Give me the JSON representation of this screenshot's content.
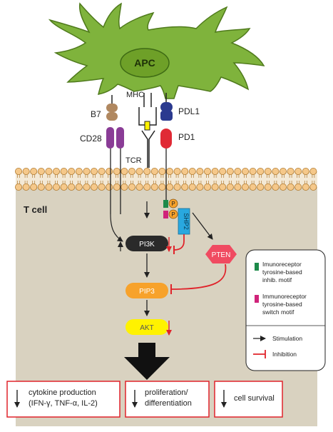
{
  "apc": {
    "label": "APC"
  },
  "receptors": {
    "mhc": "MHC",
    "b7": "B7",
    "pdl1": "PDL1",
    "cd28": "CD28",
    "tcr": "TCR",
    "pd1": "PD1"
  },
  "tcell": {
    "label": "T cell"
  },
  "phospho": {
    "p1": "P",
    "p2": "P"
  },
  "nodes": {
    "shp2": "SHP2",
    "pi3k": "PI3K",
    "pten": "PTEN",
    "pip3": "PIP3",
    "akt": "AKT"
  },
  "legend": {
    "itim": "Imunoreceptor tyrosine-based inhib. motif",
    "itsm": "Immunoreceptor tyrosine-based switch motif",
    "stimulation": "Stimulation",
    "inhibition": "Inhibition"
  },
  "outcomes": {
    "cytokine_line1": "cytokine production",
    "cytokine_line2": "(IFN-γ, TNF-α, IL-2)",
    "prolif_line1": "proliferation/",
    "prolif_line2": "differentiation",
    "survival": "cell survival"
  },
  "colors": {
    "apc": "#7fb33c",
    "membrane_fill": "#f5c88a",
    "membrane_stroke": "#b07a30",
    "cytoplasm": "#d9d2c0",
    "b7": "#b08860",
    "cd28": "#8a3c96",
    "pdl1": "#2b3a8f",
    "pd1": "#e02a35",
    "pi3k": "#2a2a2a",
    "pip3": "#f7a22b",
    "akt": "#fff200",
    "pten": "#f04b61",
    "shp2": "#29a8df",
    "itim": "#1d8a4a",
    "itsm": "#d0237a",
    "inhibition": "#e0232a",
    "outcome_border": "#e0232a"
  }
}
